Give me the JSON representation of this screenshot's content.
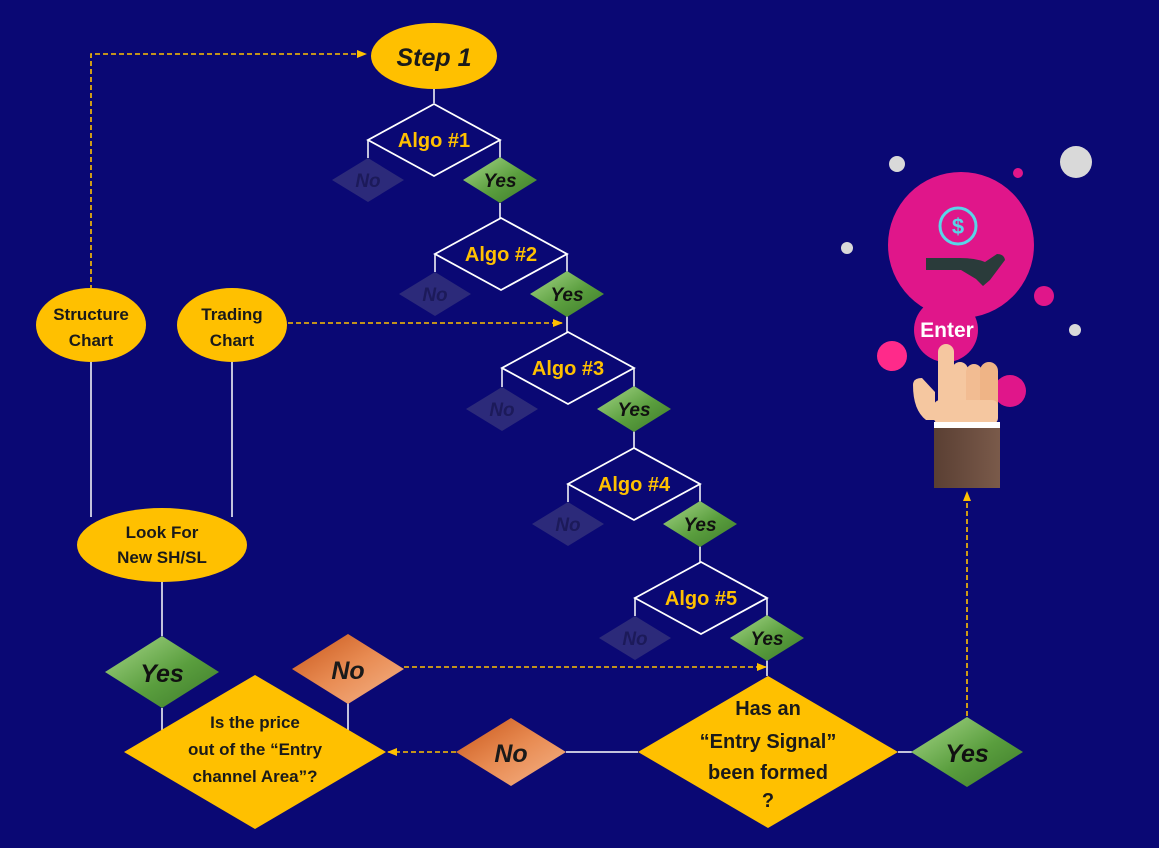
{
  "colors": {
    "background": "#0a0874",
    "yellow_node": "#ffc000",
    "node_text": "#1a1a1a",
    "algo_text": "#ffc000",
    "connector": "#ffc000",
    "line": "#ffffff",
    "yes_green": "#6aa84f",
    "no_dim": "#2c2a7a",
    "no_orange": "#e07a3e",
    "magenta": "#e0168a",
    "pink": "#ff2a8a"
  },
  "start": {
    "label": "Step 1"
  },
  "algos": [
    {
      "label": "Algo #1",
      "yes": "Yes",
      "no": "No"
    },
    {
      "label": "Algo #2",
      "yes": "Yes",
      "no": "No"
    },
    {
      "label": "Algo #3",
      "yes": "Yes",
      "no": "No"
    },
    {
      "label": "Algo #4",
      "yes": "Yes",
      "no": "No"
    },
    {
      "label": "Algo #5",
      "yes": "Yes",
      "no": "No"
    }
  ],
  "structure_chart": {
    "line1": "Structure",
    "line2": "Chart"
  },
  "trading_chart": {
    "line1": "Trading",
    "line2": "Chart"
  },
  "look_for": {
    "line1": "Look For",
    "line2": "New SH/SL"
  },
  "price_question": {
    "line1": "Is the price",
    "line2": "out of the “Entry",
    "line3": "channel Area”?"
  },
  "entry_question": {
    "line1": "Has an",
    "line2": "“Entry Signal”",
    "line3": "been formed",
    "line4": "?"
  },
  "badges": {
    "left_yes": "Yes",
    "top_no": "No",
    "bottom_no": "No",
    "right_yes": "Yes"
  },
  "enter_icon": {
    "label": "Enter",
    "icon": "dollar-hand-icon"
  }
}
